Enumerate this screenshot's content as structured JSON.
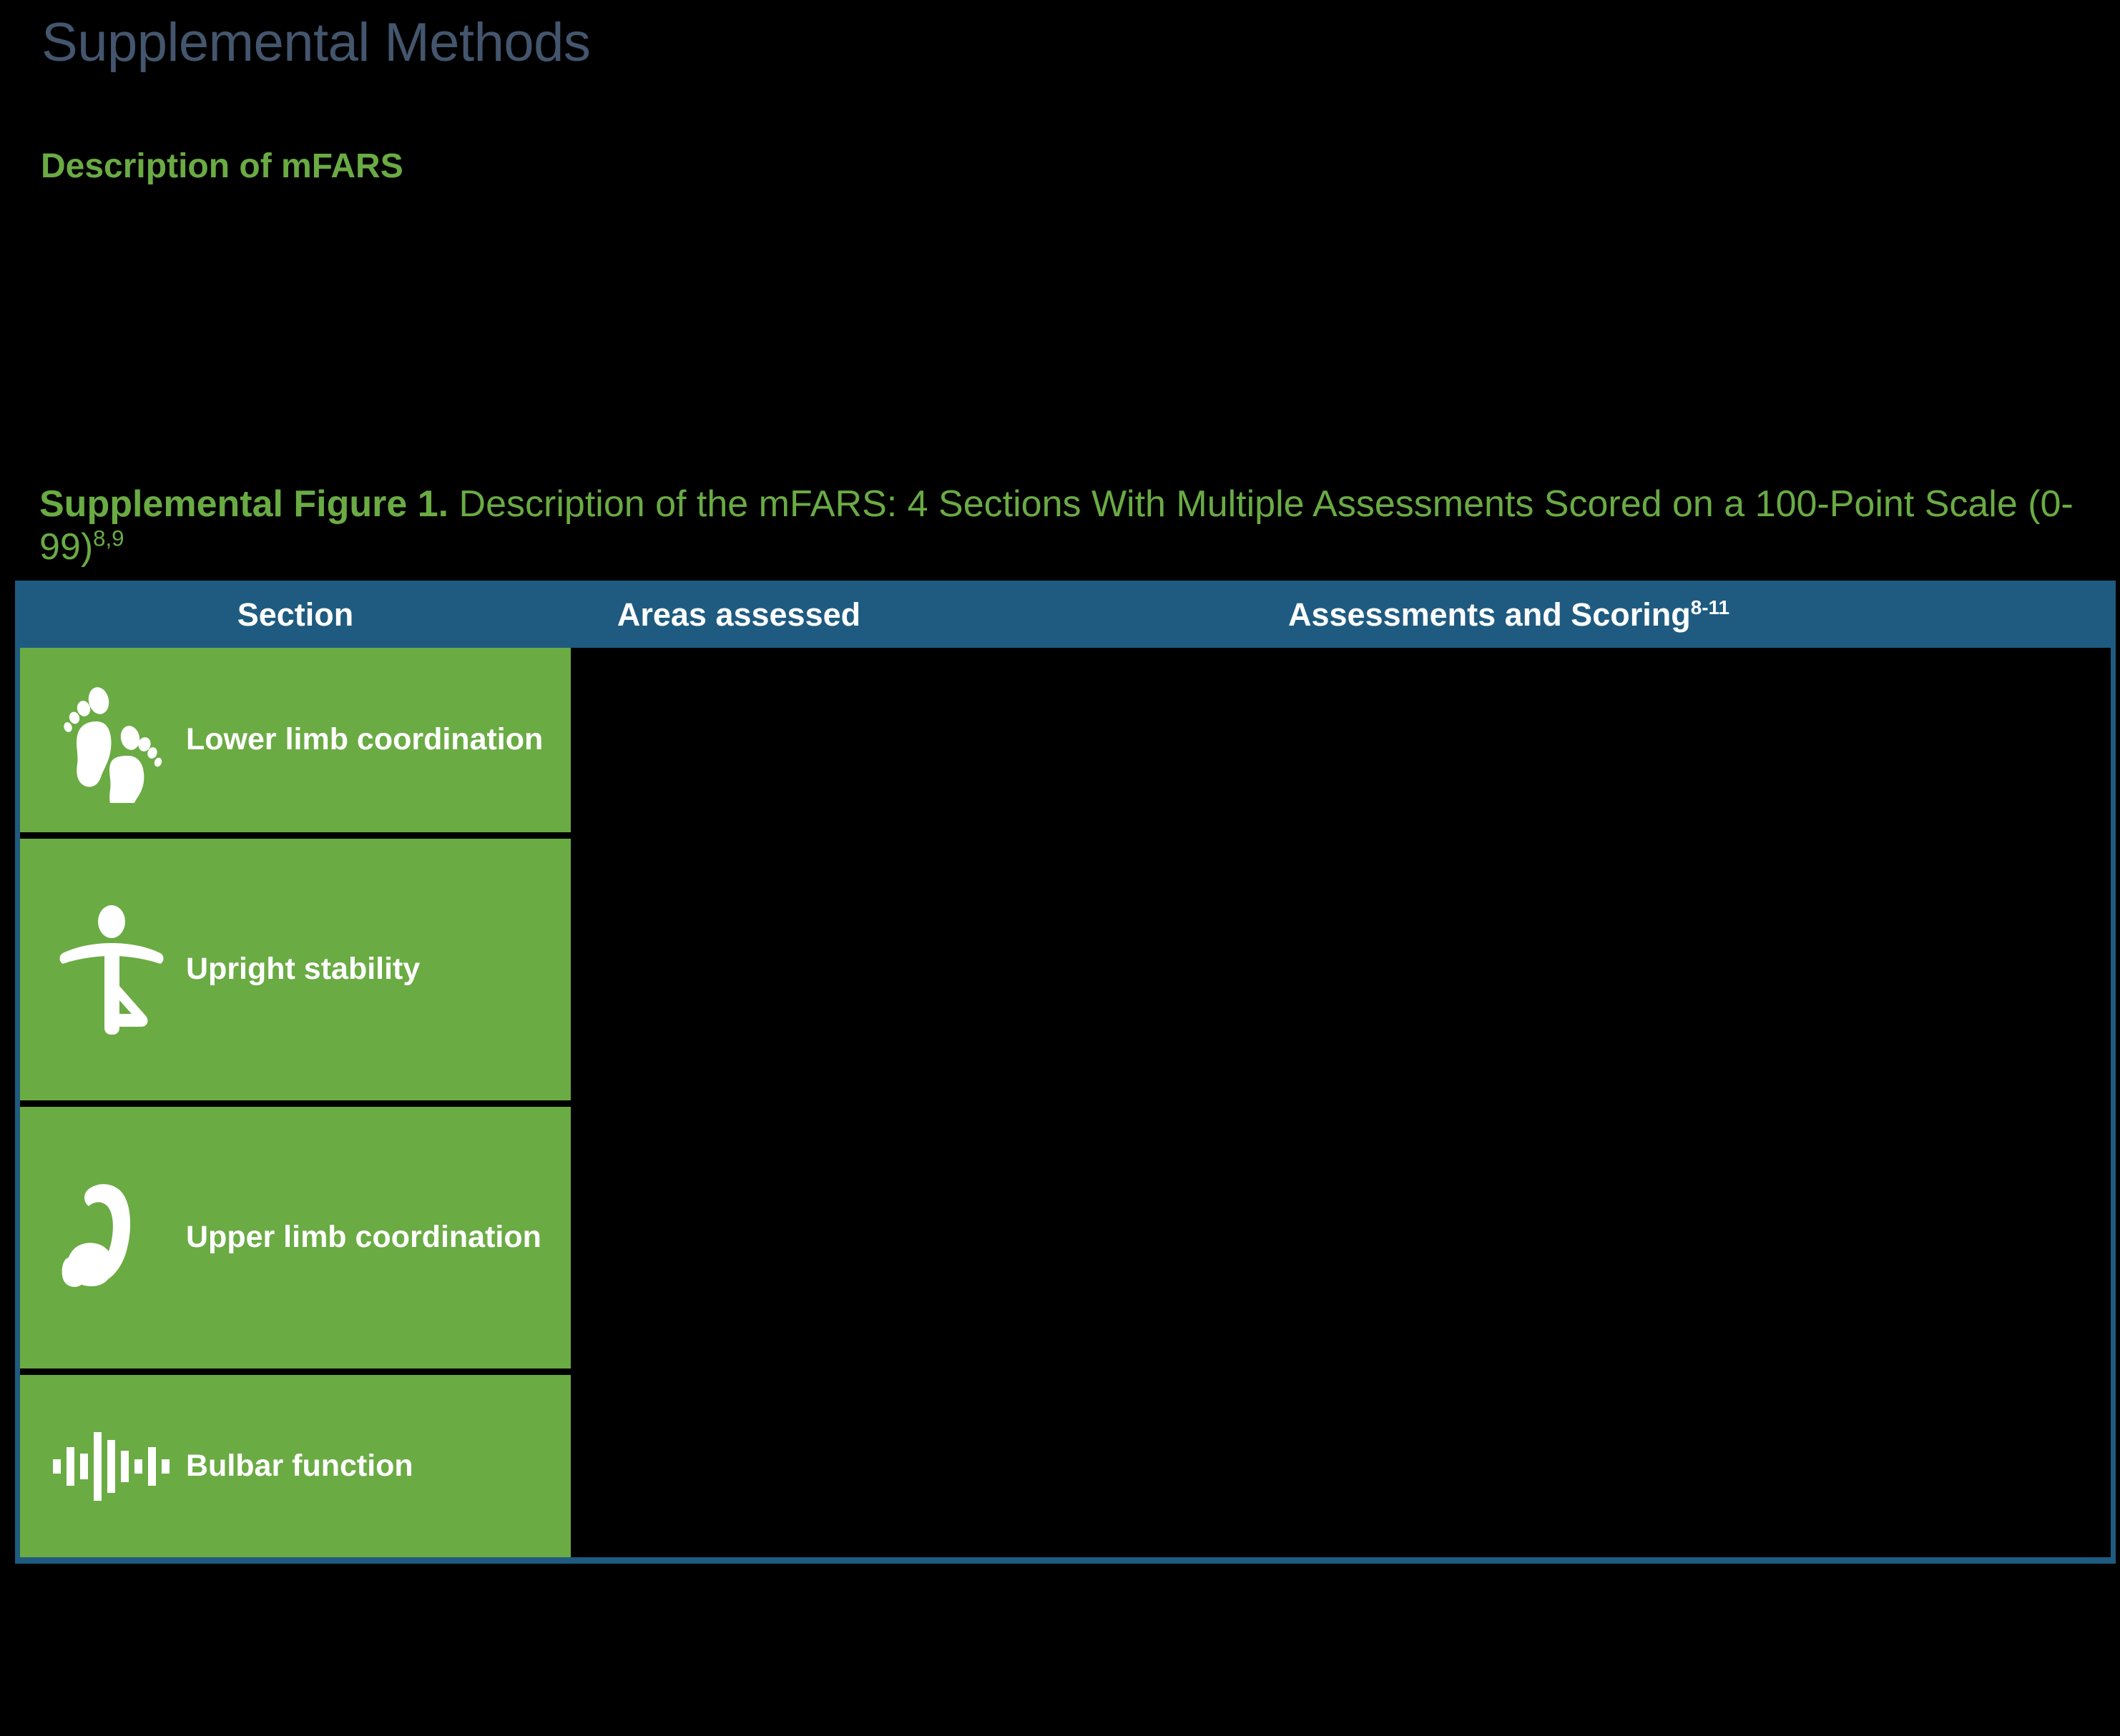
{
  "slide": {
    "title": "Supplemental Methods",
    "section_heading": "Description of mFARS",
    "title_color": "#44566e",
    "accent_green": "#6aab44",
    "accent_blue": "#1f5b80",
    "background": "#000000"
  },
  "figure": {
    "caption_label": "Supplemental Figure 1.",
    "caption_text": " Description of the mFARS: 4 Sections With Multiple Assessments Scored on a 100-Point Scale (0-99)",
    "caption_superscript": "8,9"
  },
  "table": {
    "columns": [
      {
        "label": "Section",
        "superscript": ""
      },
      {
        "label": "Areas assessed",
        "superscript": ""
      },
      {
        "label": "Assessments and Scoring",
        "superscript": "8-11"
      }
    ],
    "rows": [
      {
        "icon": "footprints-icon",
        "section": "Lower limb coordination",
        "areas_assessed": "",
        "assessments_and_scoring": ""
      },
      {
        "icon": "balance-person-icon",
        "section": "Upright stability",
        "areas_assessed": "",
        "assessments_and_scoring": ""
      },
      {
        "icon": "flexed-bicep-icon",
        "section": "Upper limb coordination",
        "areas_assessed": "",
        "assessments_and_scoring": ""
      },
      {
        "icon": "sound-waveform-icon",
        "section": "Bulbar function",
        "areas_assessed": "",
        "assessments_and_scoring": ""
      }
    ]
  }
}
